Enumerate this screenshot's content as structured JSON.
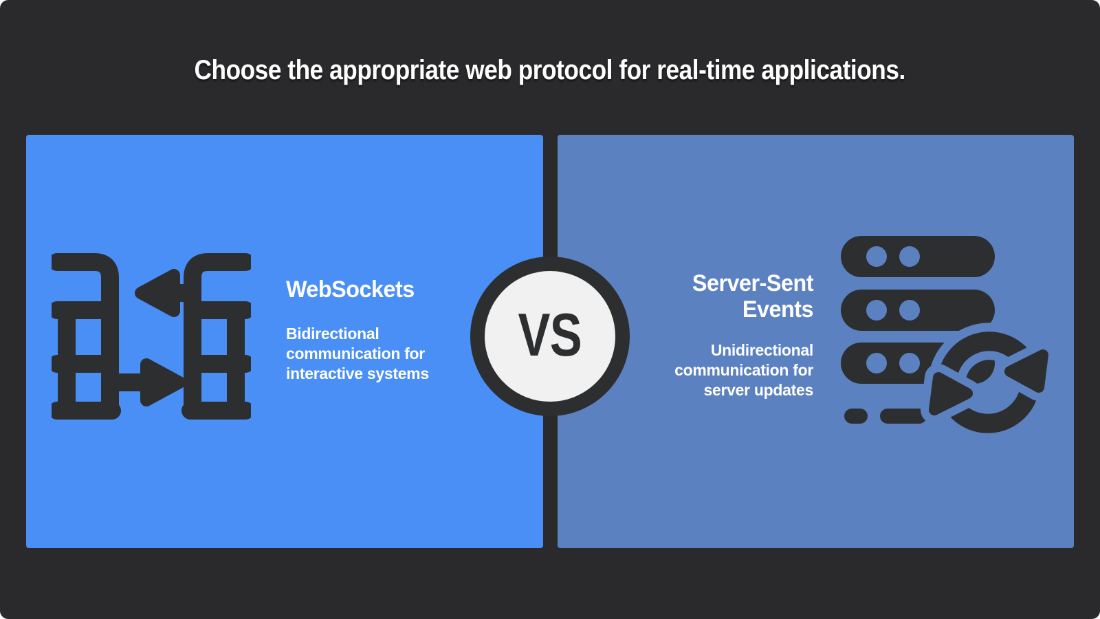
{
  "title": "Choose the appropriate web protocol for real-time applications.",
  "vs_badge": {
    "label": "VS"
  },
  "panels": {
    "left": {
      "heading": "WebSockets",
      "description": "Bidirectional communication for interactive systems",
      "panel_color": "#4a8ff6",
      "icon": "bidirectional-exchange-icon"
    },
    "right": {
      "heading": "Server-Sent Events",
      "description": "Unidirectional communication for server updates",
      "panel_color": "#5b81c1",
      "icon": "server-sync-icon"
    }
  },
  "colors": {
    "background": "#2a2a2c",
    "ink_dark": "#2d2e30",
    "vs_fill": "#f1f1f1",
    "text_light": "#ffffff"
  }
}
